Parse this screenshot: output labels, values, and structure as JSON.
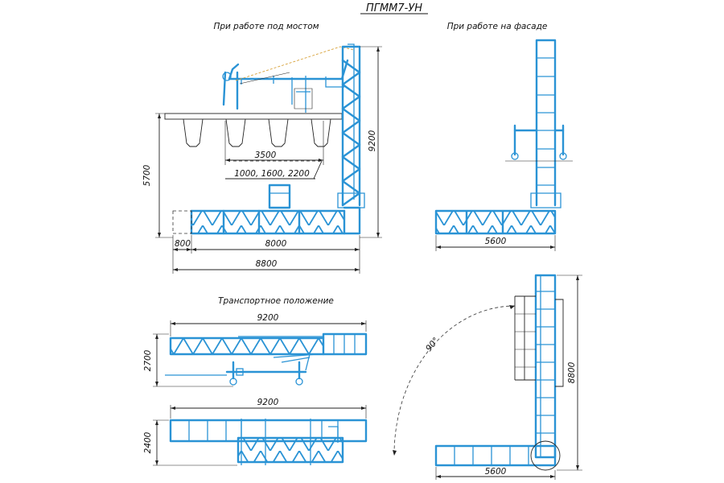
{
  "drawing": {
    "title": "ПГММ7-УН",
    "views": {
      "bridge": {
        "caption": "При работе под мостом"
      },
      "facade": {
        "caption": "При работе на фасаде"
      },
      "transport": {
        "caption": "Транспортное положение"
      }
    }
  },
  "dimensions": {
    "bridge_width": "3500",
    "platform_widths": "1000, 1600, 2200",
    "tower_height": "9200",
    "bridge_height": "5700",
    "left_overhang": "800",
    "main_boom": "8000",
    "total_length": "8800",
    "facade_span": "5600",
    "transport_length": "9200",
    "transport_height": "2700",
    "plan_length": "9200",
    "plan_width": "2400",
    "rotated_height": "8800",
    "rotated_span": "5600",
    "rotation_angle": "90°"
  },
  "colors": {
    "structure": "#2a93d5",
    "linework": "#222222",
    "rope": "#d8a23a"
  }
}
